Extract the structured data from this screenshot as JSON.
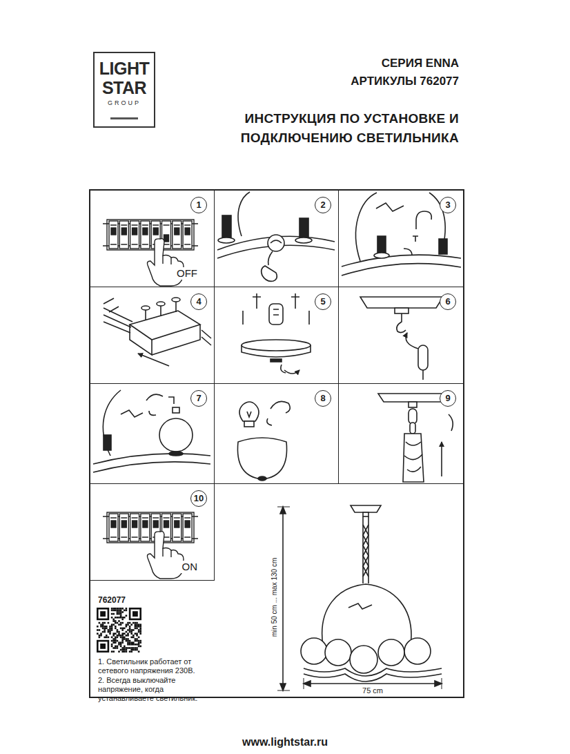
{
  "diagram": {
    "title": "ИНСТРУКЦИЯ ПО УСТАНОВКЕ И ПОДКЛЮЧЕНИЮ СВЕТИЛЬНИКА",
    "nodes": [
      {
        "text": [
          "LIGHT STAR",
          "GROUP"
        ]
      },
      {
        "text": [
          "1",
          "OFF"
        ]
      },
      {
        "text": [
          "2"
        ]
      },
      {
        "text": [
          "3"
        ]
      },
      {
        "text": [
          "4"
        ]
      },
      {
        "text": [
          "5"
        ]
      },
      {
        "text": [
          "6"
        ]
      },
      {
        "text": [
          "7"
        ]
      },
      {
        "text": [
          "8"
        ]
      },
      {
        "text": [
          "9"
        ]
      },
      {
        "text": [
          "10",
          "ON"
        ]
      },
      {
        "text": [
          "762077",
          "1. Светильник работает от сетевого напряжения 230В.",
          "2. Всегда выключайте напряжение, когда устанавливаете светильник."
        ]
      }
    ],
    "labels": [
      "СЕРИЯ ENNA",
      "АРТИКУЛЫ 762077",
      "min 50 cm ... max 130 cm",
      "75 cm",
      "www.lightstar.ru"
    ]
  }
}
